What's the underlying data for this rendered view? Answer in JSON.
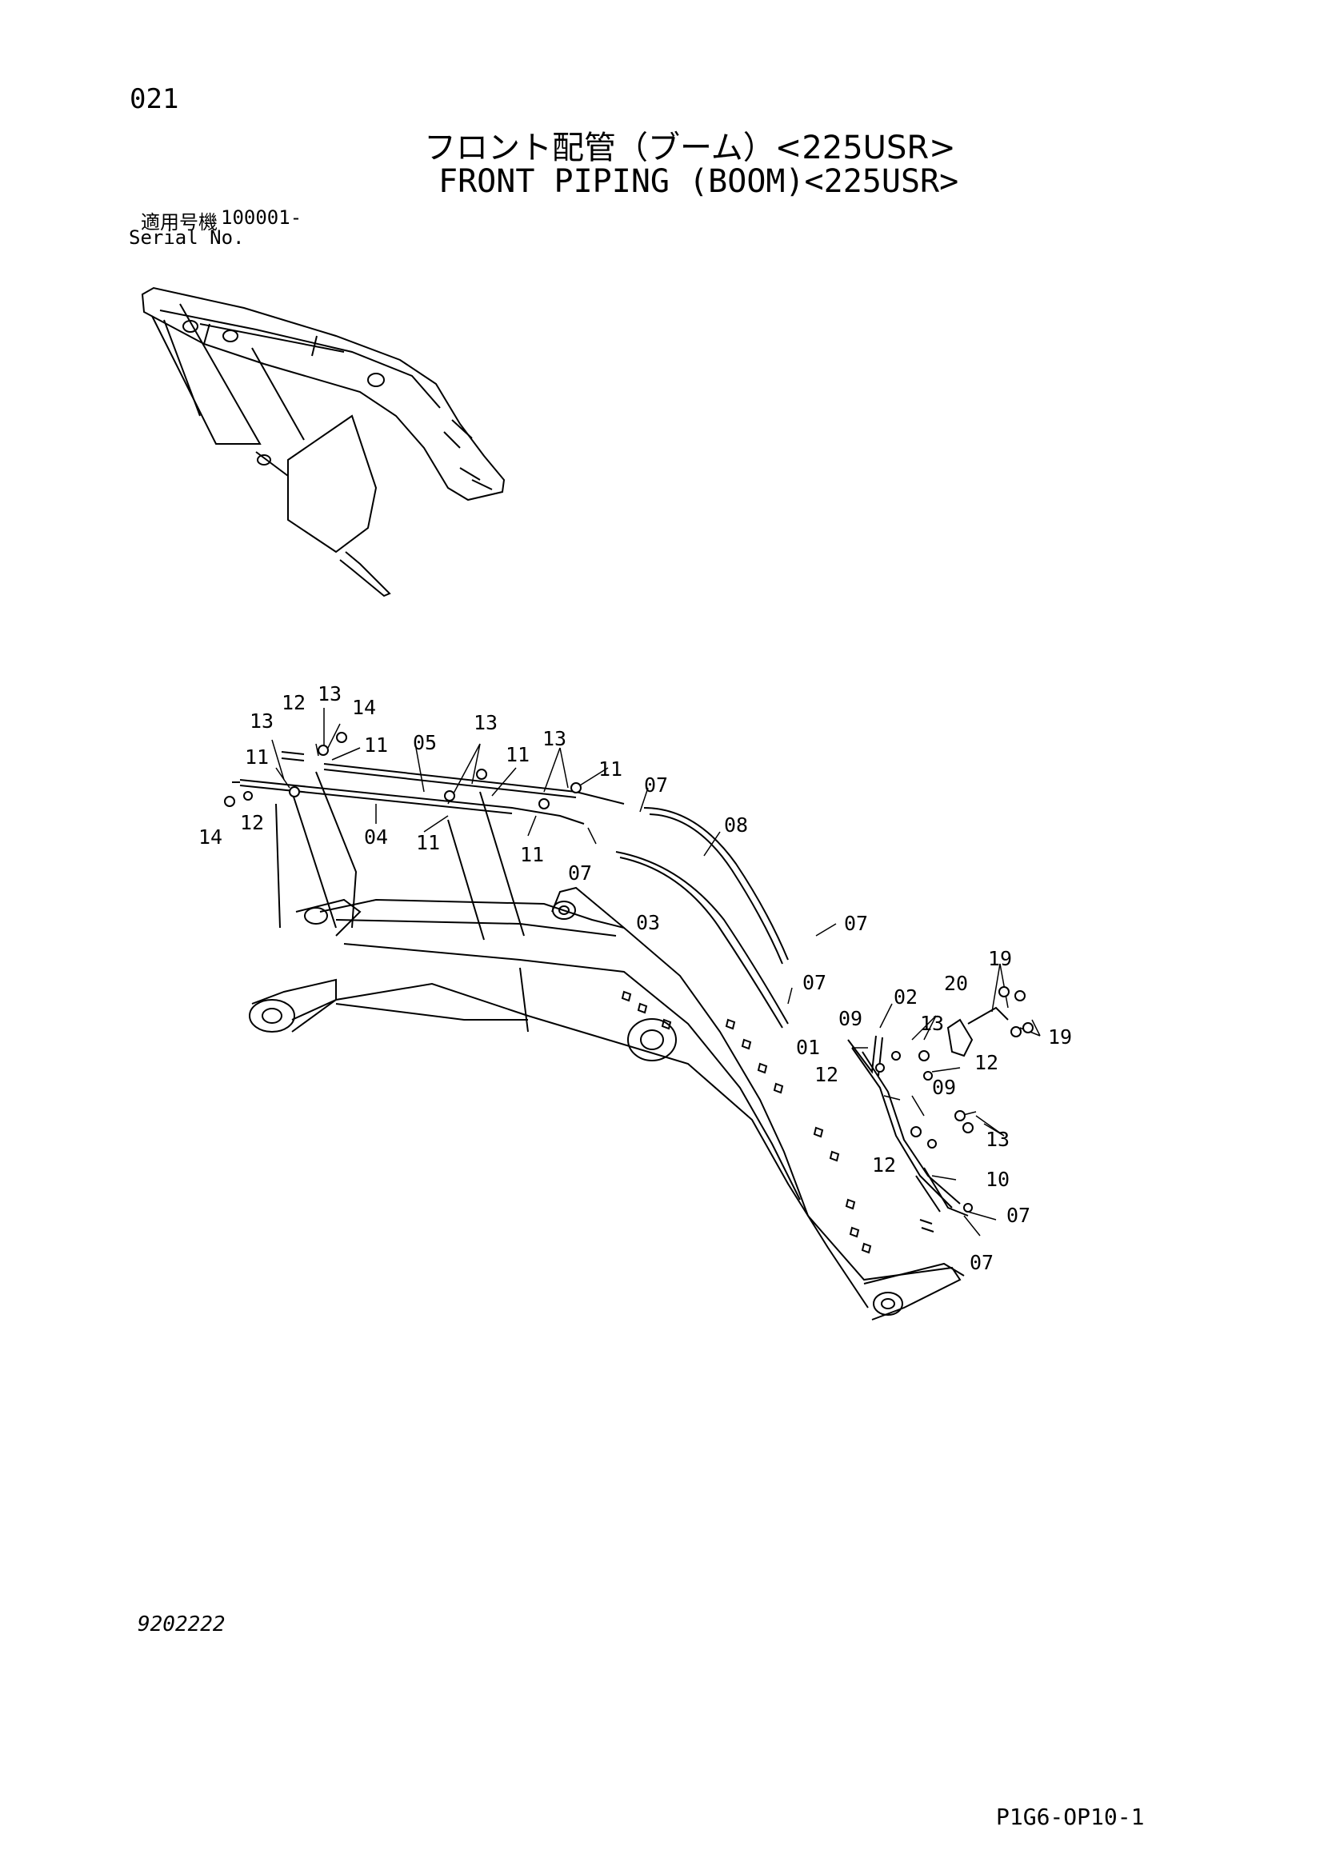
{
  "page_number": "021",
  "title_jp": "フロント配管（ブーム）<225USR>",
  "title_en": "FRONT PIPING (BOOM)<225USR>",
  "serial": {
    "label_jp": "適用号機",
    "value": "100001-",
    "label_en": "Serial No."
  },
  "drawing_number": "9202222",
  "page_code": "P1G6-OP10-1",
  "callouts": [
    "01",
    "02",
    "03",
    "04",
    "05",
    "07",
    "08",
    "09",
    "10",
    "11",
    "12",
    "13",
    "14",
    "19",
    "20"
  ]
}
